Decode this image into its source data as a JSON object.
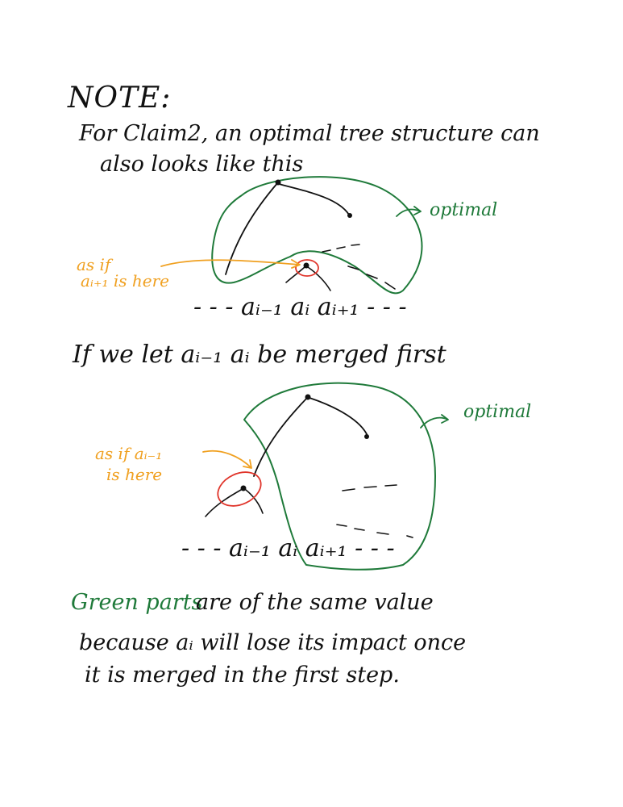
{
  "note": {
    "title": "NOTE:",
    "line1": "For Claim2, an optimal tree structure can",
    "line2": "also looks like this"
  },
  "diagram1": {
    "optimal_label": "optimal",
    "asif_line1": "as if",
    "asif_line2": "aᵢ₊₁ is here",
    "sequence": "- - -  aᵢ₋₁  aᵢ  aᵢ₊₁ - - -"
  },
  "line3": "If we let aᵢ₋₁ aᵢ be merged first",
  "diagram2": {
    "optimal_label": "optimal",
    "asif_line1": "as if aᵢ₋₁",
    "asif_line2": "is here",
    "sequence": "- - -  aᵢ₋₁  aᵢ  aᵢ₊₁ - - -"
  },
  "conclusion": {
    "green_phrase": "Green parts",
    "rest_line1": "are of the same value",
    "line2": "because aᵢ will lose its impact once",
    "line3": "it is merged in the first step."
  },
  "colors": {
    "ink": "#111111",
    "green": "#1f7a3a",
    "orange": "#f0a020",
    "red": "#e0352b",
    "background": "#ffffff"
  }
}
